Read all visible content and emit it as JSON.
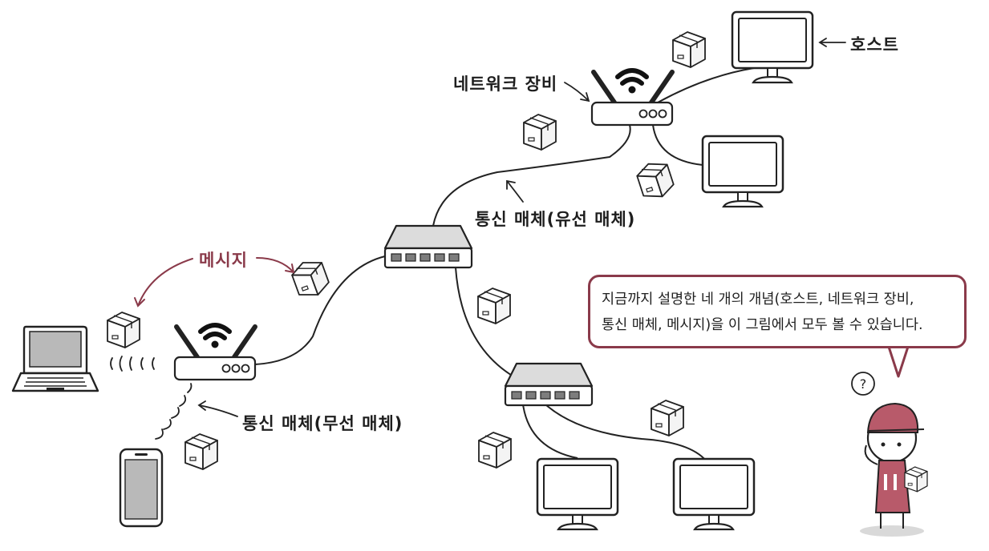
{
  "labels": {
    "host": "호스트",
    "network_device": "네트워크 장비",
    "wired_medium": "통신 매체(유선 매체)",
    "wireless_medium": "통신 매체(무선 매체)",
    "message": "메시지"
  },
  "bubble": {
    "line1": "지금까지 설명한 네 개의 개념(호스트, 네트워크 장비,",
    "line2": "통신 매체, 메시지)을 이 그림에서 모두 볼 수 있습니다."
  },
  "question_mark": "?",
  "colors": {
    "ink": "#222222",
    "accent": "#8a3a4a",
    "screen_gray": "#b9b9b9",
    "box_fill": "#ffffff",
    "cap": "#b85a6a"
  }
}
